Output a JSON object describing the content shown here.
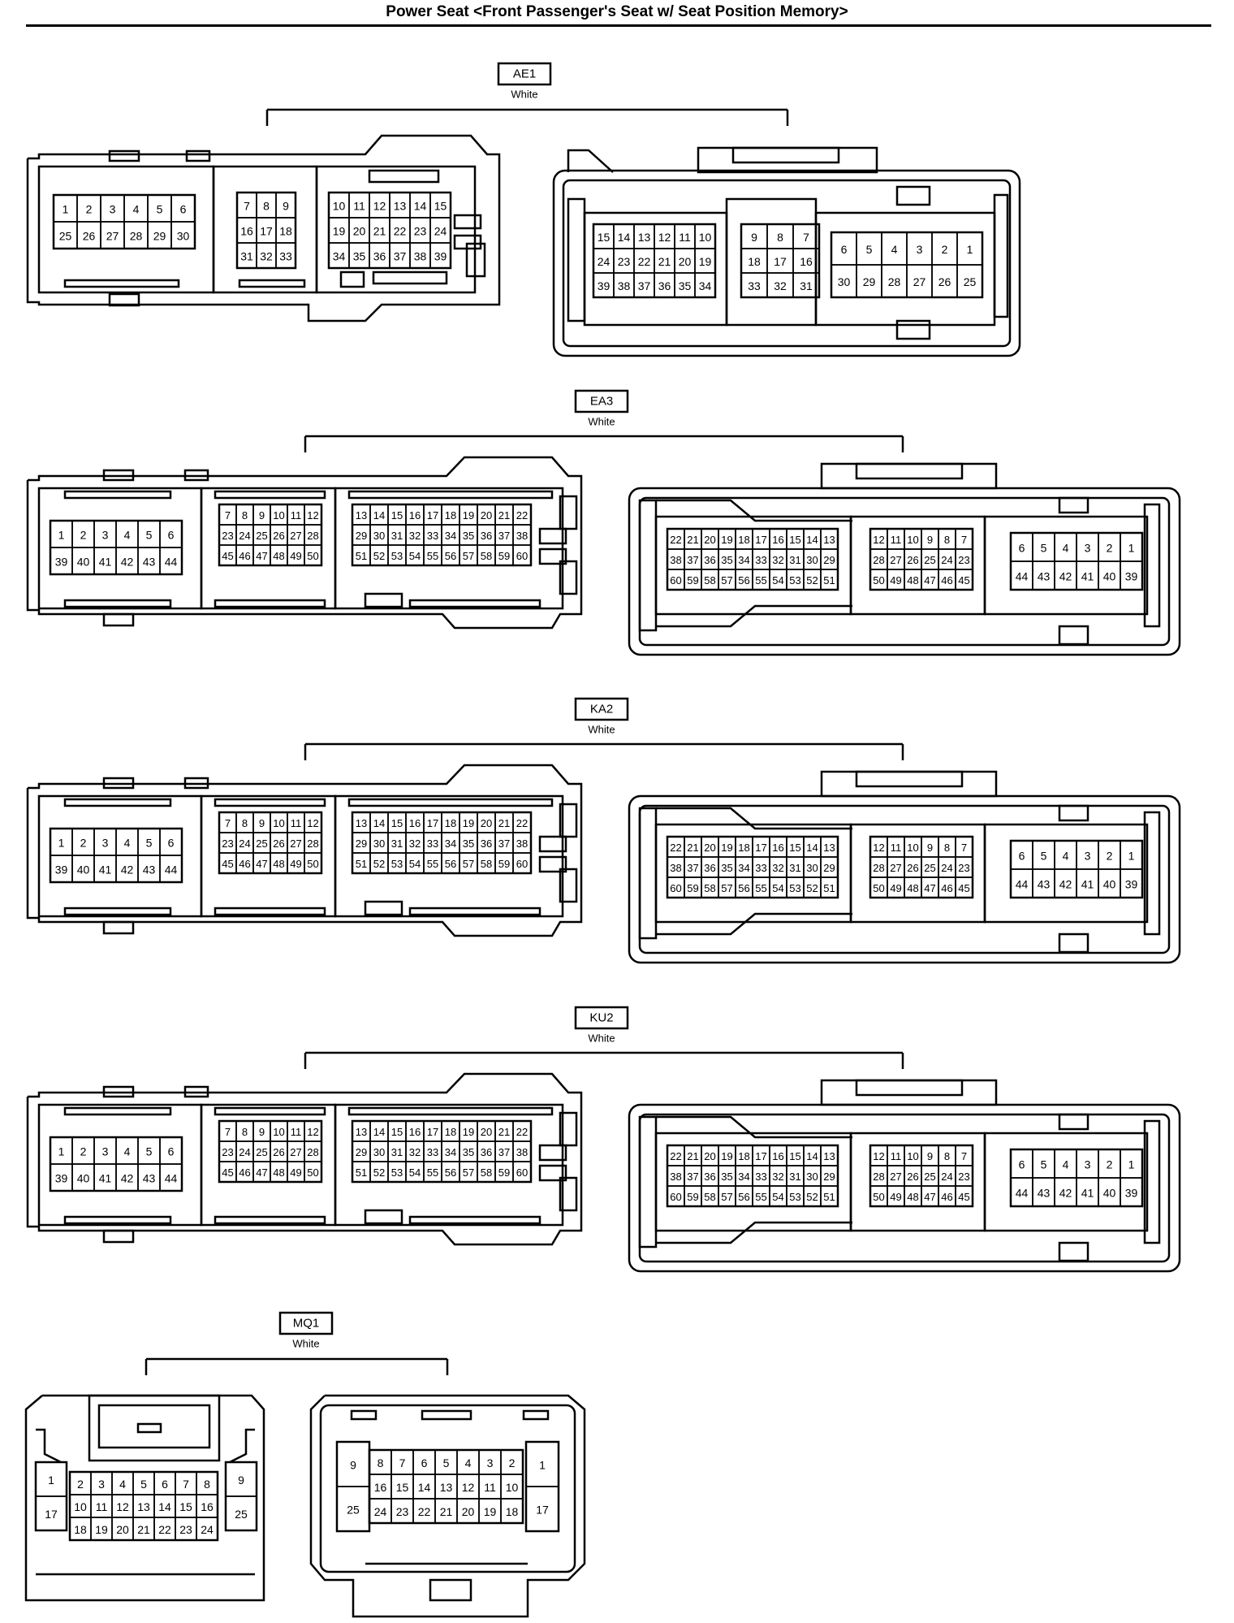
{
  "title": "Power Seat <Front Passenger's Seat w/ Seat Position Memory>",
  "connectors": [
    {
      "code": "AE1",
      "color": "White",
      "male": [
        [
          [
            "1",
            "2",
            "3",
            "4",
            "5",
            "6"
          ],
          [
            "25",
            "26",
            "27",
            "28",
            "29",
            "30"
          ]
        ],
        [
          [
            "7",
            "8",
            "9"
          ],
          [
            "16",
            "17",
            "18"
          ],
          [
            "31",
            "32",
            "33"
          ]
        ],
        [
          [
            "10",
            "11",
            "12",
            "13",
            "14",
            "15"
          ],
          [
            "19",
            "20",
            "21",
            "22",
            "23",
            "24"
          ],
          [
            "34",
            "35",
            "36",
            "37",
            "38",
            "39"
          ]
        ]
      ],
      "female": [
        [
          [
            "15",
            "14",
            "13",
            "12",
            "11",
            "10"
          ],
          [
            "24",
            "23",
            "22",
            "21",
            "20",
            "19"
          ],
          [
            "39",
            "38",
            "37",
            "36",
            "35",
            "34"
          ]
        ],
        [
          [
            "9",
            "8",
            "7"
          ],
          [
            "18",
            "17",
            "16"
          ],
          [
            "33",
            "32",
            "31"
          ]
        ],
        [
          [
            "6",
            "5",
            "4",
            "3",
            "2",
            "1"
          ],
          [
            "30",
            "29",
            "28",
            "27",
            "26",
            "25"
          ]
        ]
      ]
    },
    {
      "code": "EA3",
      "color": "White",
      "male": [
        [
          [
            "1",
            "2",
            "3",
            "4",
            "5",
            "6"
          ],
          [
            "39",
            "40",
            "41",
            "42",
            "43",
            "44"
          ]
        ],
        [
          [
            "7",
            "8",
            "9",
            "10",
            "11",
            "12"
          ],
          [
            "23",
            "24",
            "25",
            "26",
            "27",
            "28"
          ],
          [
            "45",
            "46",
            "47",
            "48",
            "49",
            "50"
          ]
        ],
        [
          [
            "13",
            "14",
            "15",
            "16",
            "17",
            "18",
            "19",
            "20",
            "21",
            "22"
          ],
          [
            "29",
            "30",
            "31",
            "32",
            "33",
            "34",
            "35",
            "36",
            "37",
            "38"
          ],
          [
            "51",
            "52",
            "53",
            "54",
            "55",
            "56",
            "57",
            "58",
            "59",
            "60"
          ]
        ]
      ],
      "female": [
        [
          [
            "22",
            "21",
            "20",
            "19",
            "18",
            "17",
            "16",
            "15",
            "14",
            "13"
          ],
          [
            "38",
            "37",
            "36",
            "35",
            "34",
            "33",
            "32",
            "31",
            "30",
            "29"
          ],
          [
            "60",
            "59",
            "58",
            "57",
            "56",
            "55",
            "54",
            "53",
            "52",
            "51"
          ]
        ],
        [
          [
            "12",
            "11",
            "10",
            "9",
            "8",
            "7"
          ],
          [
            "28",
            "27",
            "26",
            "25",
            "24",
            "23"
          ],
          [
            "50",
            "49",
            "48",
            "47",
            "46",
            "45"
          ]
        ],
        [
          [
            "6",
            "5",
            "4",
            "3",
            "2",
            "1"
          ],
          [
            "44",
            "43",
            "42",
            "41",
            "40",
            "39"
          ]
        ]
      ]
    },
    {
      "code": "KA2",
      "color": "White",
      "male": [
        [
          [
            "1",
            "2",
            "3",
            "4",
            "5",
            "6"
          ],
          [
            "39",
            "40",
            "41",
            "42",
            "43",
            "44"
          ]
        ],
        [
          [
            "7",
            "8",
            "9",
            "10",
            "11",
            "12"
          ],
          [
            "23",
            "24",
            "25",
            "26",
            "27",
            "28"
          ],
          [
            "45",
            "46",
            "47",
            "48",
            "49",
            "50"
          ]
        ],
        [
          [
            "13",
            "14",
            "15",
            "16",
            "17",
            "18",
            "19",
            "20",
            "21",
            "22"
          ],
          [
            "29",
            "30",
            "31",
            "32",
            "33",
            "34",
            "35",
            "36",
            "37",
            "38"
          ],
          [
            "51",
            "52",
            "53",
            "54",
            "55",
            "56",
            "57",
            "58",
            "59",
            "60"
          ]
        ]
      ],
      "female": [
        [
          [
            "22",
            "21",
            "20",
            "19",
            "18",
            "17",
            "16",
            "15",
            "14",
            "13"
          ],
          [
            "38",
            "37",
            "36",
            "35",
            "34",
            "33",
            "32",
            "31",
            "30",
            "29"
          ],
          [
            "60",
            "59",
            "58",
            "57",
            "56",
            "55",
            "54",
            "53",
            "52",
            "51"
          ]
        ],
        [
          [
            "12",
            "11",
            "10",
            "9",
            "8",
            "7"
          ],
          [
            "28",
            "27",
            "26",
            "25",
            "24",
            "23"
          ],
          [
            "50",
            "49",
            "48",
            "47",
            "46",
            "45"
          ]
        ],
        [
          [
            "6",
            "5",
            "4",
            "3",
            "2",
            "1"
          ],
          [
            "44",
            "43",
            "42",
            "41",
            "40",
            "39"
          ]
        ]
      ]
    },
    {
      "code": "KU2",
      "color": "White",
      "male": [
        [
          [
            "1",
            "2",
            "3",
            "4",
            "5",
            "6"
          ],
          [
            "39",
            "40",
            "41",
            "42",
            "43",
            "44"
          ]
        ],
        [
          [
            "7",
            "8",
            "9",
            "10",
            "11",
            "12"
          ],
          [
            "23",
            "24",
            "25",
            "26",
            "27",
            "28"
          ],
          [
            "45",
            "46",
            "47",
            "48",
            "49",
            "50"
          ]
        ],
        [
          [
            "13",
            "14",
            "15",
            "16",
            "17",
            "18",
            "19",
            "20",
            "21",
            "22"
          ],
          [
            "29",
            "30",
            "31",
            "32",
            "33",
            "34",
            "35",
            "36",
            "37",
            "38"
          ],
          [
            "51",
            "52",
            "53",
            "54",
            "55",
            "56",
            "57",
            "58",
            "59",
            "60"
          ]
        ]
      ],
      "female": [
        [
          [
            "22",
            "21",
            "20",
            "19",
            "18",
            "17",
            "16",
            "15",
            "14",
            "13"
          ],
          [
            "38",
            "37",
            "36",
            "35",
            "34",
            "33",
            "32",
            "31",
            "30",
            "29"
          ],
          [
            "60",
            "59",
            "58",
            "57",
            "56",
            "55",
            "54",
            "53",
            "52",
            "51"
          ]
        ],
        [
          [
            "12",
            "11",
            "10",
            "9",
            "8",
            "7"
          ],
          [
            "28",
            "27",
            "26",
            "25",
            "24",
            "23"
          ],
          [
            "50",
            "49",
            "48",
            "47",
            "46",
            "45"
          ]
        ],
        [
          [
            "6",
            "5",
            "4",
            "3",
            "2",
            "1"
          ],
          [
            "44",
            "43",
            "42",
            "41",
            "40",
            "39"
          ]
        ]
      ]
    }
  ],
  "mq1": {
    "code": "MQ1",
    "color": "White",
    "male": {
      "left": [
        "1",
        "17"
      ],
      "center": [
        [
          "2",
          "3",
          "4",
          "5",
          "6",
          "7",
          "8"
        ],
        [
          "10",
          "11",
          "12",
          "13",
          "14",
          "15",
          "16"
        ],
        [
          "18",
          "19",
          "20",
          "21",
          "22",
          "23",
          "24"
        ]
      ],
      "right": [
        "9",
        "25"
      ]
    },
    "female": {
      "left": [
        "9",
        "25"
      ],
      "center": [
        [
          "8",
          "7",
          "6",
          "5",
          "4",
          "3",
          "2"
        ],
        [
          "16",
          "15",
          "14",
          "13",
          "12",
          "11",
          "10"
        ],
        [
          "24",
          "23",
          "22",
          "21",
          "20",
          "19",
          "18"
        ]
      ],
      "right": [
        "1",
        "17"
      ]
    }
  }
}
